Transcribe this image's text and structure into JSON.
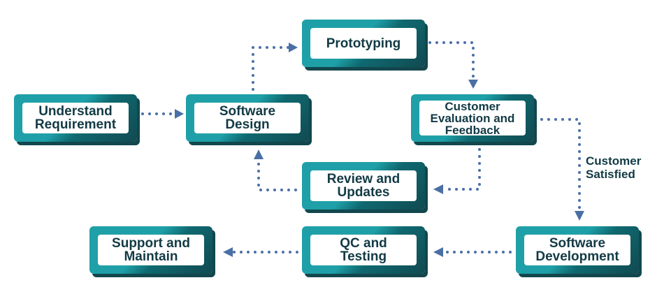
{
  "nodes": {
    "understand": "Understand\nRequirement",
    "design": "Software\nDesign",
    "prototyping": "Prototyping",
    "customer_eval": "Customer\nEvaluation and\nFeedback",
    "review": "Review and\nUpdates",
    "development": "Software\nDevelopment",
    "qc": "QC and\nTesting",
    "support": "Support and\nMaintain"
  },
  "edges": {
    "customer_satisfied": "Customer\nSatisfied"
  },
  "colors": {
    "box_teal": "#1fa0a8",
    "box_dark": "#114a51",
    "text": "#123a45",
    "connector": "#4a6fa5"
  }
}
